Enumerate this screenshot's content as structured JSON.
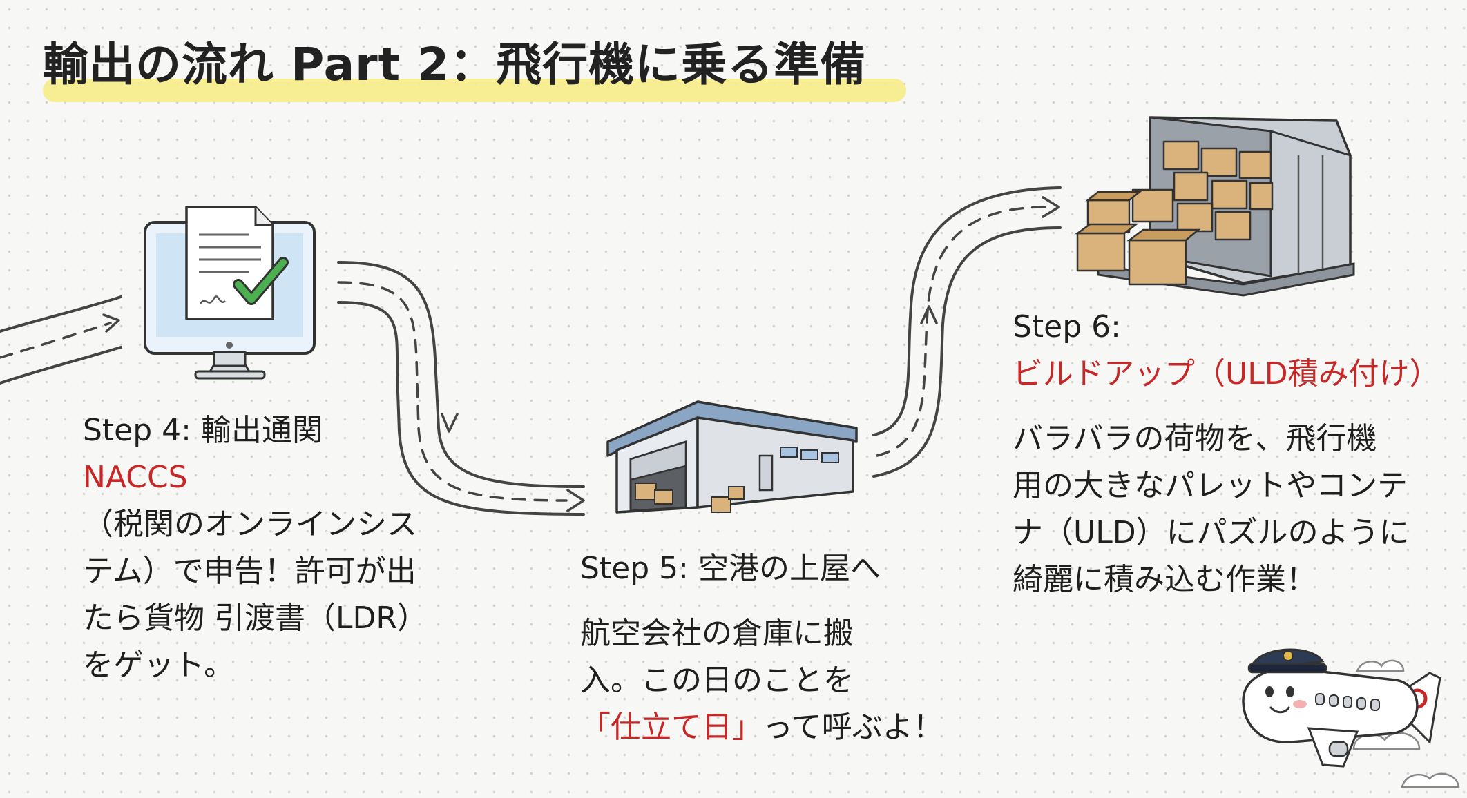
{
  "title": "輸出の流れ Part 2：飛行機に乗る準備",
  "colors": {
    "highlight": "#f6ec8a",
    "accent_red": "#c62828",
    "text": "#1f1f1f",
    "check_green": "#4caf50"
  },
  "icons": [
    "computer-document-check-icon",
    "warehouse-icon",
    "uld-container-boxes-icon",
    "airplane-mascot-icon",
    "dashed-road-arrow"
  ],
  "step4": {
    "heading": "Step 4: 輸出通関",
    "accent": "NACCS",
    "lines": [
      "（税関のオンラインシス",
      "テム）で申告！許可が出",
      "たら貨物 引渡書（LDR）",
      "をゲット。"
    ]
  },
  "step5": {
    "heading": "Step 5: 空港の上屋へ",
    "lines": [
      "航空会社の倉庫に搬",
      "入。この日のことを"
    ],
    "accent": "「仕立て日」",
    "accent_tail": "って呼ぶよ！"
  },
  "step6": {
    "heading": "Step 6:",
    "accent": "ビルドアップ（ULD積み付け）",
    "lines": [
      "バラバラの荷物を、飛行機",
      "用の大きなパレットやコンテ",
      "ナ（ULD）にパズルのように",
      "綺麗に積み込む作業！"
    ]
  }
}
